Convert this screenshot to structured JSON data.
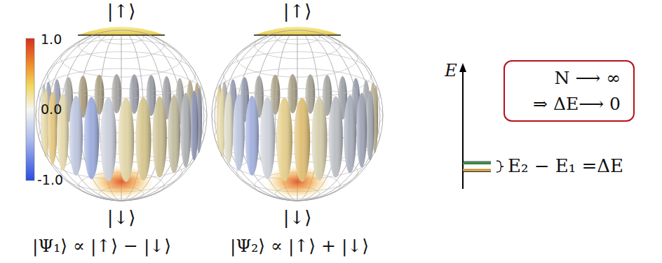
{
  "diagram": {
    "nodes": [
      {
        "text": [
          "N ⟶ ∞",
          "⇒ ΔE⟶ 0"
        ]
      }
    ],
    "labels": [
      "|↑⟩",
      "|↑⟩",
      "1.0",
      "0.0",
      "-1.0",
      "|↓⟩",
      "|↓⟩",
      "|Ψ₁⟩ ∝ |↑⟩ − |↓⟩",
      "|Ψ₂⟩ ∝ |↑⟩ + |↓⟩",
      "E",
      "E₂ − E₁ =ΔE"
    ]
  }
}
